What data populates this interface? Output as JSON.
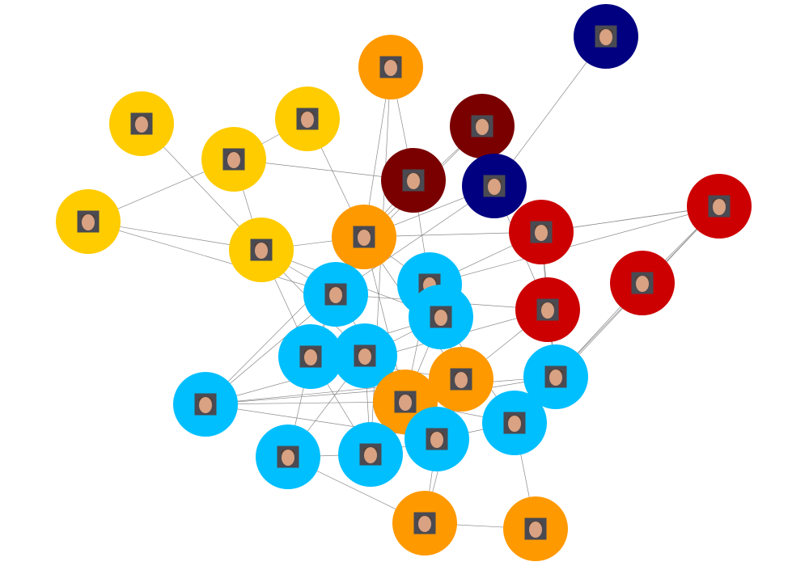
{
  "graph": {
    "colors": {
      "yellow": "#ffcc00",
      "orange": "#ff9900",
      "maroon": "#7a0000",
      "navy": "#000080",
      "red": "#cc0000",
      "cyan": "#00bfff",
      "edge": "#8a8a8a"
    },
    "nodes": [
      {
        "id": "n1",
        "group": "navy",
        "icon": "face-photo-icon"
      },
      {
        "id": "n2",
        "group": "orange",
        "icon": "face-photo-icon"
      },
      {
        "id": "n3",
        "group": "maroon",
        "icon": "face-photo-icon"
      },
      {
        "id": "n4",
        "group": "yellow",
        "icon": "face-photo-icon"
      },
      {
        "id": "n5",
        "group": "yellow",
        "icon": "face-photo-icon"
      },
      {
        "id": "n6",
        "group": "yellow",
        "icon": "face-photo-icon"
      },
      {
        "id": "n7",
        "group": "maroon",
        "icon": "face-photo-icon"
      },
      {
        "id": "n8",
        "group": "navy",
        "icon": "face-photo-icon"
      },
      {
        "id": "n9",
        "group": "red",
        "icon": "face-photo-icon"
      },
      {
        "id": "n10",
        "group": "yellow",
        "icon": "face-photo-icon"
      },
      {
        "id": "n11",
        "group": "red",
        "icon": "face-photo-icon"
      },
      {
        "id": "n12",
        "group": "orange",
        "icon": "face-photo-icon"
      },
      {
        "id": "n13",
        "group": "yellow",
        "icon": "face-photo-icon"
      },
      {
        "id": "n14",
        "group": "red",
        "icon": "face-photo-icon"
      },
      {
        "id": "n15",
        "group": "cyan",
        "icon": "face-photo-icon"
      },
      {
        "id": "n16",
        "group": "cyan",
        "icon": "face-photo-icon"
      },
      {
        "id": "n17",
        "group": "red",
        "icon": "face-photo-icon"
      },
      {
        "id": "n18",
        "group": "cyan",
        "icon": "face-photo-icon"
      },
      {
        "id": "n19",
        "group": "cyan",
        "icon": "face-photo-icon"
      },
      {
        "id": "n20",
        "group": "cyan",
        "icon": "face-photo-icon"
      },
      {
        "id": "n21",
        "group": "orange",
        "icon": "face-photo-icon"
      },
      {
        "id": "n22",
        "group": "cyan",
        "icon": "face-photo-icon"
      },
      {
        "id": "n23",
        "group": "cyan",
        "icon": "face-photo-icon"
      },
      {
        "id": "n24",
        "group": "orange",
        "icon": "face-photo-icon"
      },
      {
        "id": "n25",
        "group": "cyan",
        "icon": "face-photo-icon"
      },
      {
        "id": "n26",
        "group": "cyan",
        "icon": "face-photo-icon"
      },
      {
        "id": "n27",
        "group": "cyan",
        "icon": "face-photo-icon"
      },
      {
        "id": "n28",
        "group": "cyan",
        "icon": "face-photo-icon"
      },
      {
        "id": "n29",
        "group": "orange",
        "icon": "face-photo-icon"
      },
      {
        "id": "n30",
        "group": "orange",
        "icon": "face-photo-icon"
      }
    ],
    "edges": [
      [
        "n1",
        "n8"
      ],
      [
        "n2",
        "n7"
      ],
      [
        "n2",
        "n27"
      ],
      [
        "n2",
        "n12"
      ],
      [
        "n3",
        "n8"
      ],
      [
        "n3",
        "n12"
      ],
      [
        "n3",
        "n23"
      ],
      [
        "n4",
        "n13"
      ],
      [
        "n5",
        "n6"
      ],
      [
        "n5",
        "n12"
      ],
      [
        "n6",
        "n7"
      ],
      [
        "n6",
        "n10"
      ],
      [
        "n6",
        "n13"
      ],
      [
        "n7",
        "n12"
      ],
      [
        "n7",
        "n15"
      ],
      [
        "n8",
        "n12"
      ],
      [
        "n8",
        "n16"
      ],
      [
        "n8",
        "n17"
      ],
      [
        "n9",
        "n11"
      ],
      [
        "n9",
        "n12"
      ],
      [
        "n9",
        "n17"
      ],
      [
        "n9",
        "n22"
      ],
      [
        "n9",
        "n15"
      ],
      [
        "n10",
        "n13"
      ],
      [
        "n10",
        "n16"
      ],
      [
        "n11",
        "n9"
      ],
      [
        "n11",
        "n22"
      ],
      [
        "n11",
        "n15"
      ],
      [
        "n11",
        "n25"
      ],
      [
        "n12",
        "n13"
      ],
      [
        "n12",
        "n19"
      ],
      [
        "n12",
        "n21"
      ],
      [
        "n12",
        "n15"
      ],
      [
        "n13",
        "n16"
      ],
      [
        "n13",
        "n18"
      ],
      [
        "n13",
        "n19"
      ],
      [
        "n13",
        "n20"
      ],
      [
        "n14",
        "n11"
      ],
      [
        "n14",
        "n22"
      ],
      [
        "n15",
        "n18"
      ],
      [
        "n15",
        "n21"
      ],
      [
        "n16",
        "n19"
      ],
      [
        "n16",
        "n24"
      ],
      [
        "n17",
        "n16"
      ],
      [
        "n17",
        "n21"
      ],
      [
        "n17",
        "n22"
      ],
      [
        "n17",
        "n23"
      ],
      [
        "n18",
        "n19"
      ],
      [
        "n18",
        "n24"
      ],
      [
        "n18",
        "n21"
      ],
      [
        "n19",
        "n21"
      ],
      [
        "n19",
        "n27"
      ],
      [
        "n19",
        "n26"
      ],
      [
        "n20",
        "n18"
      ],
      [
        "n20",
        "n26"
      ],
      [
        "n20",
        "n27"
      ],
      [
        "n20",
        "n19"
      ],
      [
        "n21",
        "n23"
      ],
      [
        "n21",
        "n27"
      ],
      [
        "n21",
        "n29"
      ],
      [
        "n22",
        "n24"
      ],
      [
        "n22",
        "n23"
      ],
      [
        "n22",
        "n25"
      ],
      [
        "n23",
        "n24"
      ],
      [
        "n23",
        "n28"
      ],
      [
        "n24",
        "n28"
      ],
      [
        "n24",
        "n25"
      ],
      [
        "n25",
        "n28"
      ],
      [
        "n25",
        "n30"
      ],
      [
        "n26",
        "n27"
      ],
      [
        "n26",
        "n29"
      ],
      [
        "n27",
        "n28"
      ],
      [
        "n28",
        "n29"
      ],
      [
        "n29",
        "n30"
      ],
      [
        "n15",
        "n24"
      ],
      [
        "n18",
        "n25"
      ],
      [
        "n16",
        "n23"
      ],
      [
        "n12",
        "n24"
      ]
    ]
  }
}
